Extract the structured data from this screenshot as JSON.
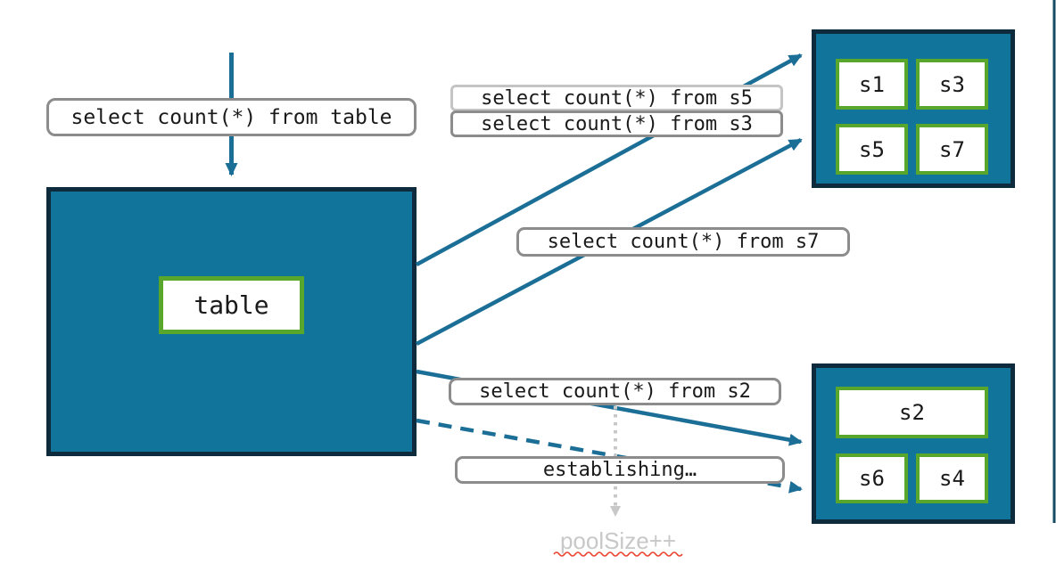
{
  "colors": {
    "shard_fill": "#11749B",
    "box_border": "#0D2B3C",
    "green_border": "#58A62B",
    "arrow": "#1B6E96",
    "label_border": "#8C8C8C",
    "label_border_light": "#C4C4C4",
    "muted_text": "#C8C8C8",
    "squiggle_red": "#E8442F",
    "edge_line": "#174B63"
  },
  "labels": {
    "query_table": "select count(*) from table",
    "query_s5": "select count(*) from s5",
    "query_s3": "select count(*) from s3",
    "query_s7": "select count(*) from s7",
    "query_s2": "select count(*) from s2",
    "establishing": "establishing…",
    "pool_size": "poolSize++"
  },
  "table_box": {
    "label": "table"
  },
  "shard_groups": {
    "top": {
      "shards": [
        "s1",
        "s3",
        "s5",
        "s7"
      ]
    },
    "bottom": {
      "shards": [
        "s2",
        "s6",
        "s4"
      ]
    }
  }
}
